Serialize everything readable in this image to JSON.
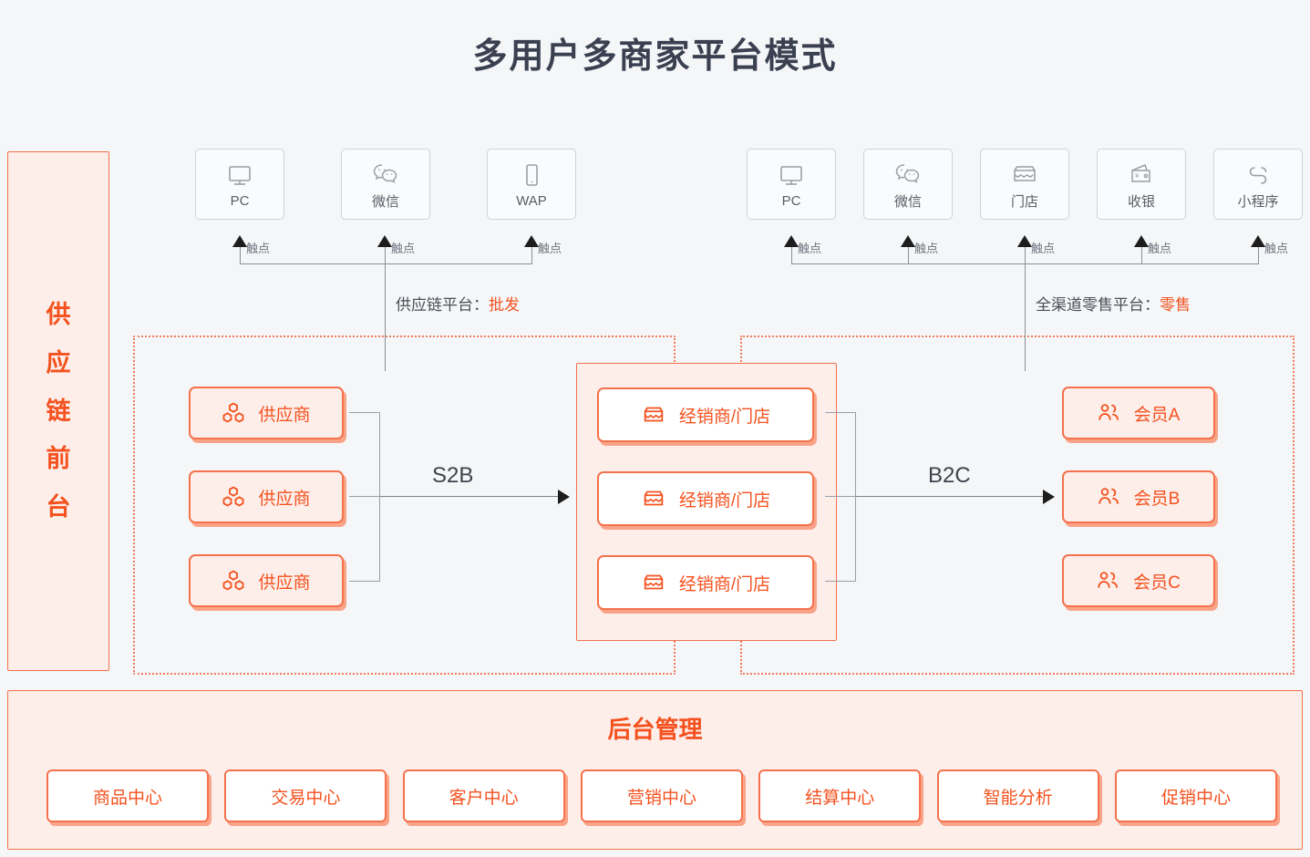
{
  "title": "多用户多商家平台模式",
  "colors": {
    "accent": "#f4511e",
    "accent_border": "#f4714c",
    "accent_fill": "#fdeeea",
    "title_color": "#3a4050",
    "page_bg": "#f4f6f8",
    "tile_border": "#cfd3d8",
    "line": "#8b9097"
  },
  "left_panel": {
    "name": "供应链前台",
    "chars": [
      "供",
      "应",
      "链",
      "前",
      "台"
    ]
  },
  "touchpoint_label": "触点",
  "channels_left": [
    {
      "label": "PC",
      "icon": "monitor-icon"
    },
    {
      "label": "微信",
      "icon": "wechat-icon"
    },
    {
      "label": "WAP",
      "icon": "mobile-icon"
    }
  ],
  "channels_right": [
    {
      "label": "PC",
      "icon": "monitor-icon"
    },
    {
      "label": "微信",
      "icon": "wechat-icon"
    },
    {
      "label": "门店",
      "icon": "storefront-icon"
    },
    {
      "label": "收银",
      "icon": "wallet-icon"
    },
    {
      "label": "小程序",
      "icon": "miniprogram-icon"
    }
  ],
  "platforms": [
    {
      "label": "供应链平台：",
      "value": "批发"
    },
    {
      "label": "全渠道零售平台：",
      "value": "零售"
    }
  ],
  "suppliers": [
    {
      "label": "供应商",
      "icon": "hexagon-cluster-icon"
    },
    {
      "label": "供应商",
      "icon": "hexagon-cluster-icon"
    },
    {
      "label": "供应商",
      "icon": "hexagon-cluster-icon"
    }
  ],
  "dealers": [
    {
      "label": "经销商/门店",
      "icon": "storefront-icon"
    },
    {
      "label": "经销商/门店",
      "icon": "storefront-icon"
    },
    {
      "label": "经销商/门店",
      "icon": "storefront-icon"
    }
  ],
  "members": [
    {
      "label": "会员A",
      "icon": "users-icon"
    },
    {
      "label": "会员B",
      "icon": "users-icon"
    },
    {
      "label": "会员C",
      "icon": "users-icon"
    }
  ],
  "flows": [
    {
      "label": "S2B"
    },
    {
      "label": "B2C"
    }
  ],
  "backend": {
    "title": "后台管理",
    "cards": [
      {
        "label": "商品中心"
      },
      {
        "label": "交易中心"
      },
      {
        "label": "客户中心"
      },
      {
        "label": "营销中心"
      },
      {
        "label": "结算中心"
      },
      {
        "label": "智能分析"
      },
      {
        "label": "促销中心"
      }
    ]
  }
}
